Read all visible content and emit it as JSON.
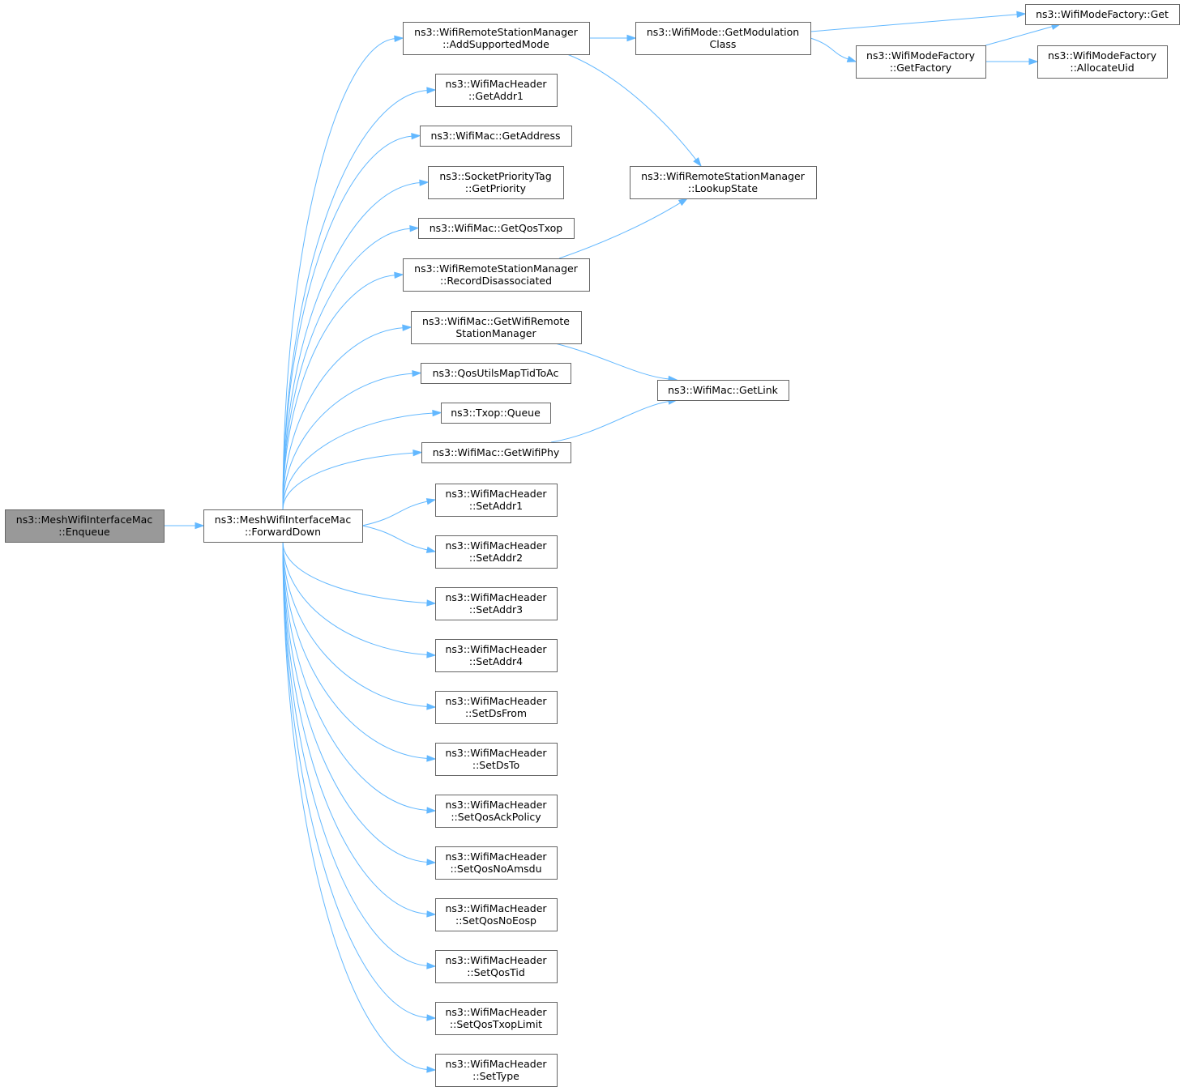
{
  "colors": {
    "edge": "#63b8ff",
    "node_border": "#666666",
    "root_fill": "#999999",
    "node_fill": "#ffffff"
  },
  "nodes": [
    {
      "id": "enqueue",
      "lines": [
        "ns3::MeshWifiInterfaceMac",
        "::Enqueue"
      ],
      "root": true
    },
    {
      "id": "forward",
      "lines": [
        "ns3::MeshWifiInterfaceMac",
        "::ForwardDown"
      ]
    },
    {
      "id": "addsupp",
      "lines": [
        "ns3::WifiRemoteStationManager",
        "::AddSupportedMode"
      ]
    },
    {
      "id": "getaddr1",
      "lines": [
        "ns3::WifiMacHeader",
        "::GetAddr1"
      ]
    },
    {
      "id": "getaddress",
      "lines": [
        "ns3::WifiMac::GetAddress"
      ]
    },
    {
      "id": "getprio",
      "lines": [
        "ns3::SocketPriorityTag",
        "::GetPriority"
      ]
    },
    {
      "id": "getqostxop",
      "lines": [
        "ns3::WifiMac::GetQosTxop"
      ]
    },
    {
      "id": "recdis",
      "lines": [
        "ns3::WifiRemoteStationManager",
        "::RecordDisassociated"
      ]
    },
    {
      "id": "getwrsm",
      "lines": [
        "ns3::WifiMac::GetWifiRemote",
        "StationManager"
      ]
    },
    {
      "id": "qosmap",
      "lines": [
        "ns3::QosUtilsMapTidToAc"
      ]
    },
    {
      "id": "queue",
      "lines": [
        "ns3::Txop::Queue"
      ]
    },
    {
      "id": "getwifiphy",
      "lines": [
        "ns3::WifiMac::GetWifiPhy"
      ]
    },
    {
      "id": "setaddr1",
      "lines": [
        "ns3::WifiMacHeader",
        "::SetAddr1"
      ]
    },
    {
      "id": "setaddr2",
      "lines": [
        "ns3::WifiMacHeader",
        "::SetAddr2"
      ]
    },
    {
      "id": "setaddr3",
      "lines": [
        "ns3::WifiMacHeader",
        "::SetAddr3"
      ]
    },
    {
      "id": "setaddr4",
      "lines": [
        "ns3::WifiMacHeader",
        "::SetAddr4"
      ]
    },
    {
      "id": "setdsfrom",
      "lines": [
        "ns3::WifiMacHeader",
        "::SetDsFrom"
      ]
    },
    {
      "id": "setdsto",
      "lines": [
        "ns3::WifiMacHeader",
        "::SetDsTo"
      ]
    },
    {
      "id": "setqosack",
      "lines": [
        "ns3::WifiMacHeader",
        "::SetQosAckPolicy"
      ]
    },
    {
      "id": "setqosnoamsdu",
      "lines": [
        "ns3::WifiMacHeader",
        "::SetQosNoAmsdu"
      ]
    },
    {
      "id": "setqosnoeosp",
      "lines": [
        "ns3::WifiMacHeader",
        "::SetQosNoEosp"
      ]
    },
    {
      "id": "setqostid",
      "lines": [
        "ns3::WifiMacHeader",
        "::SetQosTid"
      ]
    },
    {
      "id": "setqostxoplim",
      "lines": [
        "ns3::WifiMacHeader",
        "::SetQosTxopLimit"
      ]
    },
    {
      "id": "settype",
      "lines": [
        "ns3::WifiMacHeader",
        "::SetType"
      ]
    },
    {
      "id": "getmodclass",
      "lines": [
        "ns3::WifiMode::GetModulation",
        "Class"
      ]
    },
    {
      "id": "lookup",
      "lines": [
        "ns3::WifiRemoteStationManager",
        "::LookupState"
      ]
    },
    {
      "id": "getlink",
      "lines": [
        "ns3::WifiMac::GetLink"
      ]
    },
    {
      "id": "wmfget",
      "lines": [
        "ns3::WifiModeFactory::Get"
      ]
    },
    {
      "id": "getfactory",
      "lines": [
        "ns3::WifiModeFactory",
        "::GetFactory"
      ]
    },
    {
      "id": "alloc",
      "lines": [
        "ns3::WifiModeFactory",
        "::AllocateUid"
      ]
    }
  ],
  "edges": [
    {
      "from": "enqueue",
      "to": "forward"
    },
    {
      "from": "forward",
      "to": "addsupp"
    },
    {
      "from": "forward",
      "to": "getaddr1"
    },
    {
      "from": "forward",
      "to": "getaddress"
    },
    {
      "from": "forward",
      "to": "getprio"
    },
    {
      "from": "forward",
      "to": "getqostxop"
    },
    {
      "from": "forward",
      "to": "recdis"
    },
    {
      "from": "forward",
      "to": "getwrsm"
    },
    {
      "from": "forward",
      "to": "qosmap"
    },
    {
      "from": "forward",
      "to": "queue"
    },
    {
      "from": "forward",
      "to": "getwifiphy"
    },
    {
      "from": "forward",
      "to": "setaddr1"
    },
    {
      "from": "forward",
      "to": "setaddr2"
    },
    {
      "from": "forward",
      "to": "setaddr3"
    },
    {
      "from": "forward",
      "to": "setaddr4"
    },
    {
      "from": "forward",
      "to": "setdsfrom"
    },
    {
      "from": "forward",
      "to": "setdsto"
    },
    {
      "from": "forward",
      "to": "setqosack"
    },
    {
      "from": "forward",
      "to": "setqosnoamsdu"
    },
    {
      "from": "forward",
      "to": "setqosnoeosp"
    },
    {
      "from": "forward",
      "to": "setqostid"
    },
    {
      "from": "forward",
      "to": "setqostxoplim"
    },
    {
      "from": "forward",
      "to": "settype"
    },
    {
      "from": "addsupp",
      "to": "getmodclass"
    },
    {
      "from": "addsupp",
      "to": "lookup"
    },
    {
      "from": "recdis",
      "to": "lookup"
    },
    {
      "from": "getwrsm",
      "to": "getlink"
    },
    {
      "from": "getwifiphy",
      "to": "getlink"
    },
    {
      "from": "getmodclass",
      "to": "wmfget"
    },
    {
      "from": "getmodclass",
      "to": "getfactory"
    },
    {
      "from": "getfactory",
      "to": "wmfget"
    },
    {
      "from": "getfactory",
      "to": "alloc"
    }
  ]
}
